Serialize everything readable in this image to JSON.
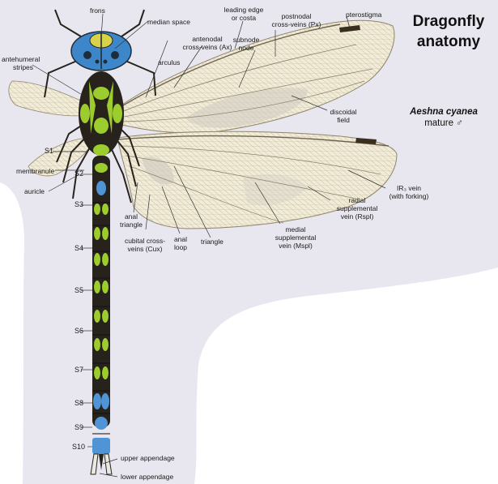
{
  "title": {
    "line1": "Dragonfly",
    "line2": "anatomy"
  },
  "species": {
    "name": "Aeshna cyanea",
    "stage": "mature ♂"
  },
  "labels": {
    "frons": "frons",
    "median_space": "median space",
    "leading_edge_1": "leading edge",
    "leading_edge_2": "or costa",
    "postnodal_1": "postnodal",
    "postnodal_2": "cross-veins (Px)",
    "pterostigma": "pterostigma",
    "antenodal_1": "antenodal",
    "antenodal_2": "cross-veins (Ax)",
    "subnode_1": "subnode",
    "subnode_2": "node",
    "antehumeral_1": "antehumeral",
    "antehumeral_2": "stripes",
    "arculus": "arculus",
    "discoidal_1": "discoidal",
    "discoidal_2": "field",
    "membranule": "membranule",
    "auricle": "auricle",
    "ir3_1": "IR₃ vein",
    "ir3_2": "(with forking)",
    "anal_triangle_1": "anal",
    "anal_triangle_2": "triangle",
    "radial_1": "radial",
    "radial_2": "supplemental",
    "radial_3": "vein (Rspl)",
    "cubital_1": "cubital cross-",
    "cubital_2": "veins (Cux)",
    "anal_loop_1": "anal",
    "anal_loop_2": "loop",
    "triangle": "triangle",
    "medial_1": "medial",
    "medial_2": "supplemental",
    "medial_3": "vein (Mspl)",
    "upper_appendage": "upper appendage",
    "lower_appendage": "lower appendage"
  },
  "segments": [
    "S1",
    "S2",
    "S3",
    "S4",
    "S5",
    "S6",
    "S7",
    "S8",
    "S9",
    "S10"
  ],
  "colors": {
    "background_panel": "#e8e7ef",
    "wing_membrane": "#f1ecd8",
    "wing_vein": "#8e826b",
    "wing_tint": "#cfcbc2",
    "pterostigma": "#3a2e1f",
    "body_dark": "#27231c",
    "body_green": "#9ccc2e",
    "body_blue": "#4f95d6",
    "eye_blue": "#3d86c9",
    "leader_line": "#333333"
  }
}
